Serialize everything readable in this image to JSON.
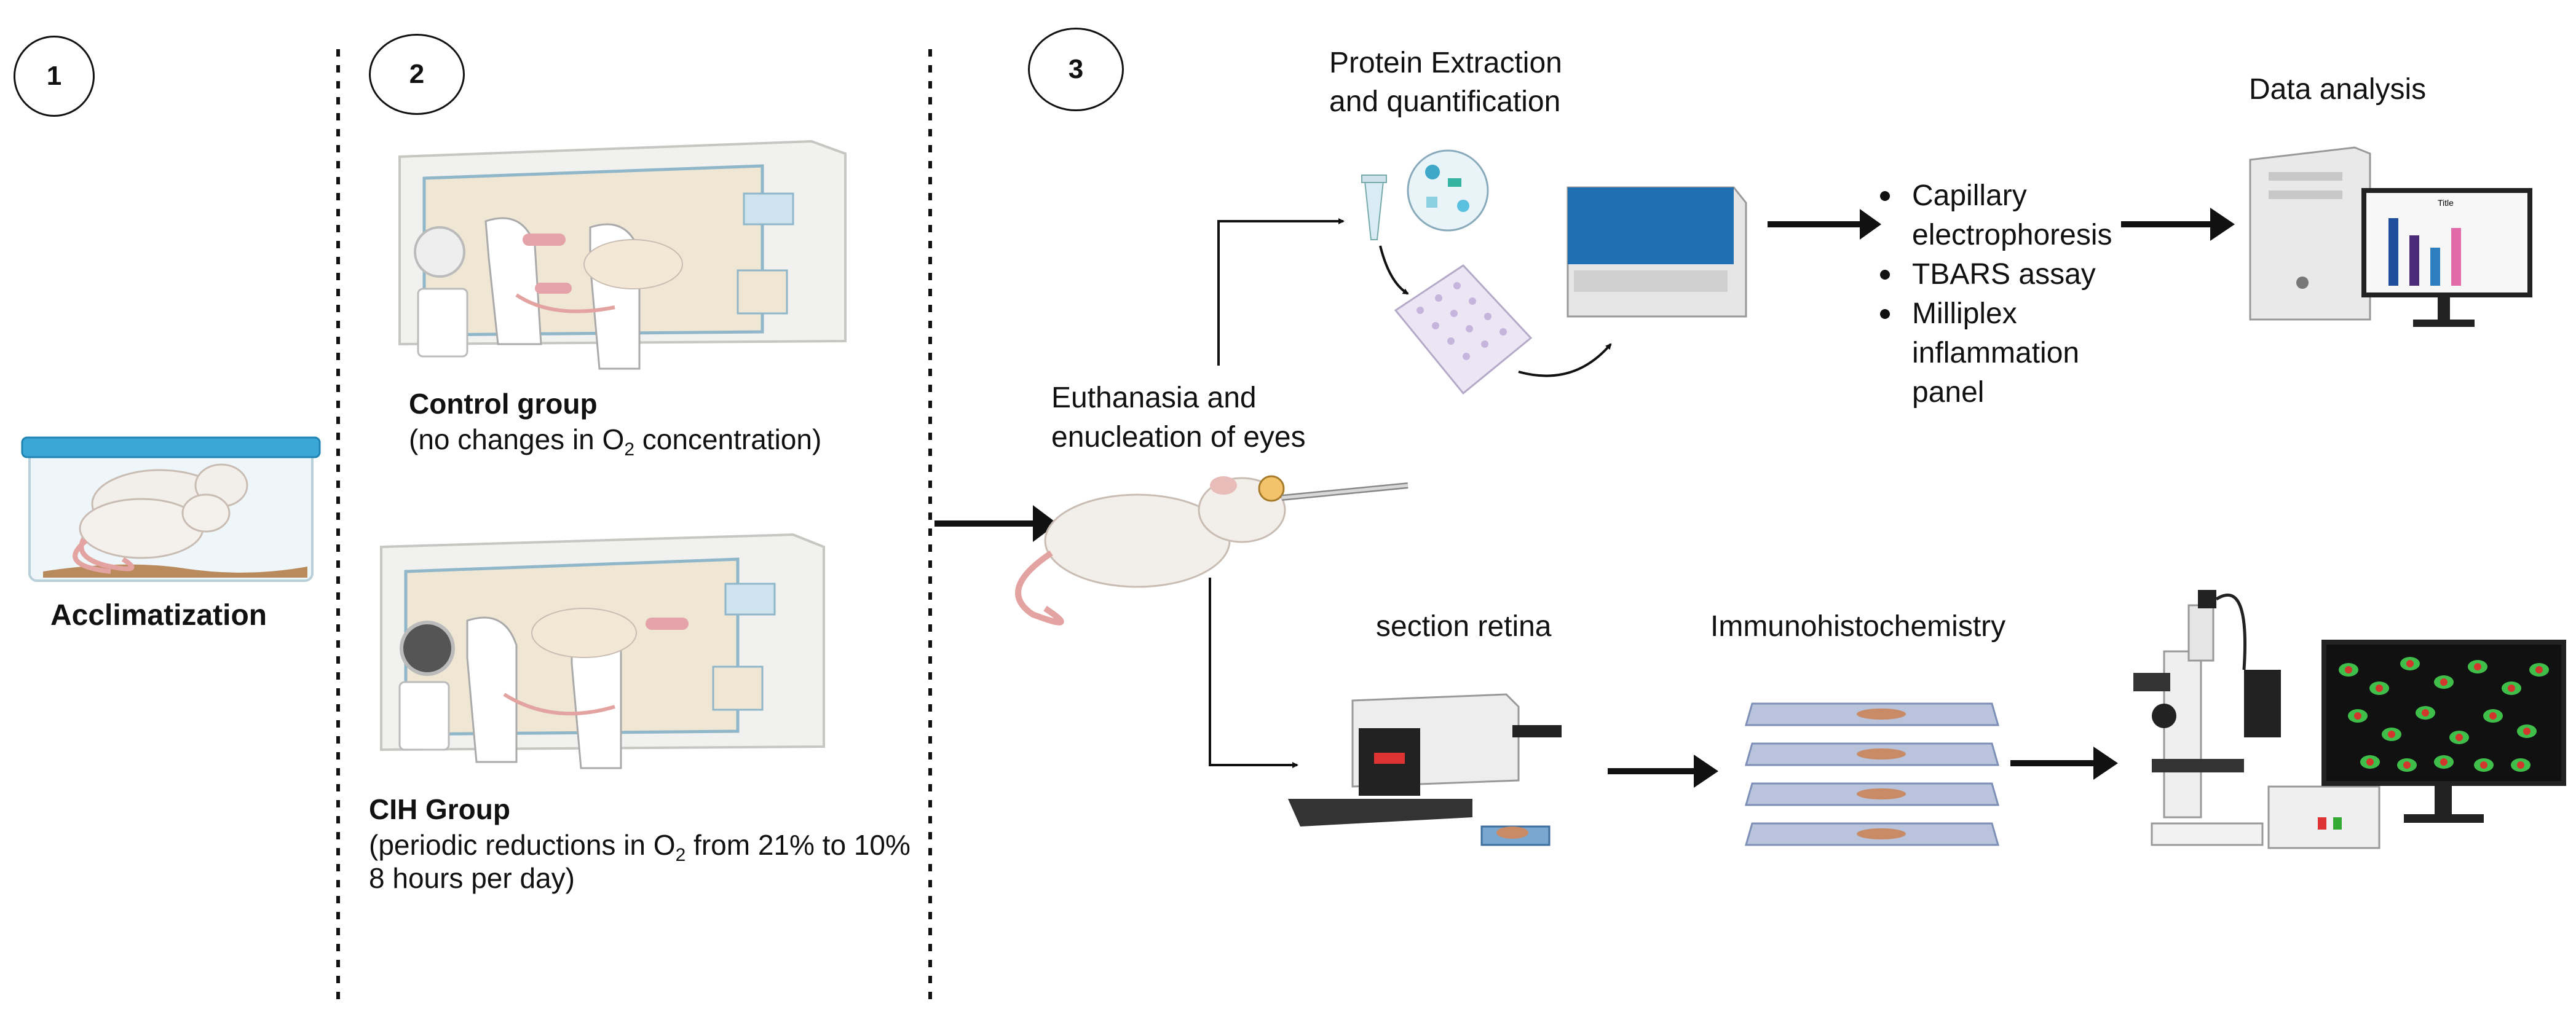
{
  "steps": {
    "step1": "1",
    "step2": "2",
    "step3": "3"
  },
  "stage1": {
    "label": "Acclimatization"
  },
  "stage2": {
    "control": {
      "title": "Control group",
      "desc_pre": "(no changes in O",
      "desc_sub": "2",
      "desc_post": " concentration)"
    },
    "cih": {
      "title": "CIH Group",
      "desc_l1_pre": "(periodic reductions in O",
      "desc_l1_sub": "2",
      "desc_l1_post": " from 21% to 10%",
      "desc_l2": "8 hours per day)"
    }
  },
  "stage3": {
    "euthanasia_l1": "Euthanasia and",
    "euthanasia_l2": "enucleation of eyes",
    "protein_l1": "Protein Extraction",
    "protein_l2": "and quantification",
    "assays": [
      "Capillary electrophoresis",
      "TBARS assay",
      "Milliplex inflammation panel"
    ],
    "data_analysis": "Data analysis",
    "chart_title": "Title",
    "section_retina": "section retina",
    "ihc": "Immunohistochemistry"
  },
  "colors": {
    "chamber": "#f1f1ef",
    "chamber_panel": "#efe6d4",
    "chamber_blue": "#8fb7c9",
    "rat": "#f2eeea",
    "rat_tail": "#e3a3a0",
    "cage_lid": "#3aa7d6",
    "instrument_blue": "#1f6fb2",
    "plate": "#ece6f4",
    "plate_dot": "#c5b5dd",
    "slide": "#b9c3dc",
    "tissue": "#c98a66",
    "monitor": "#1a1a1a",
    "cell_green": "#3fbf4a",
    "cell_red": "#d2362c"
  }
}
